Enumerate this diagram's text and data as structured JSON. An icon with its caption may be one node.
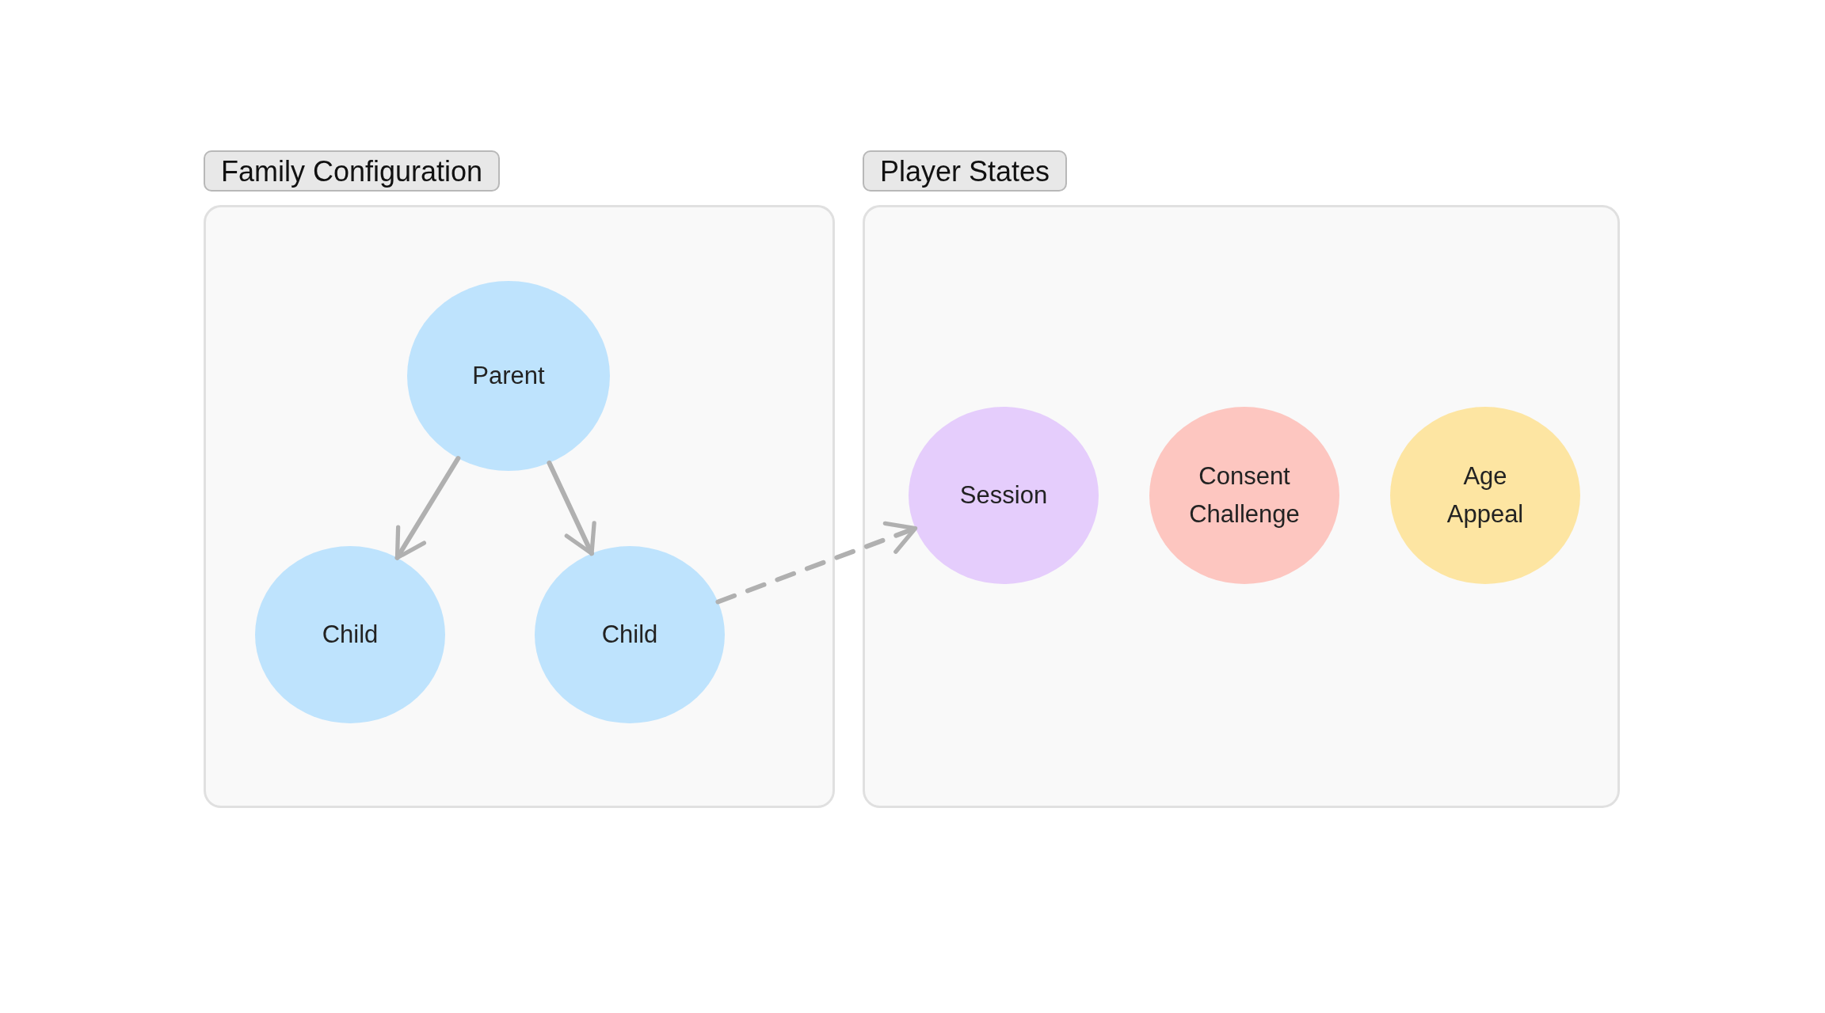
{
  "diagram": {
    "nodes": [
      {
        "text": [
          "Family Configuration"
        ]
      },
      {
        "text": [
          "Parent"
        ],
        "in": 0
      },
      {
        "text": [
          "Child"
        ],
        "in": 0
      },
      {
        "text": [
          "Child"
        ],
        "in": 0
      },
      {
        "text": [
          "Player States"
        ]
      },
      {
        "text": [
          "Session"
        ],
        "in": 4
      },
      {
        "text": [
          "Consent Challenge"
        ],
        "in": 4
      },
      {
        "text": [
          "Age Appeal"
        ],
        "in": 4
      }
    ],
    "edges": [
      {
        "from": 1,
        "to": 2,
        "arrow": "to"
      },
      {
        "from": 1,
        "to": 3,
        "arrow": "to"
      },
      {
        "from": 3,
        "to": 5,
        "arrow": "to",
        "style": "dashed"
      }
    ]
  }
}
